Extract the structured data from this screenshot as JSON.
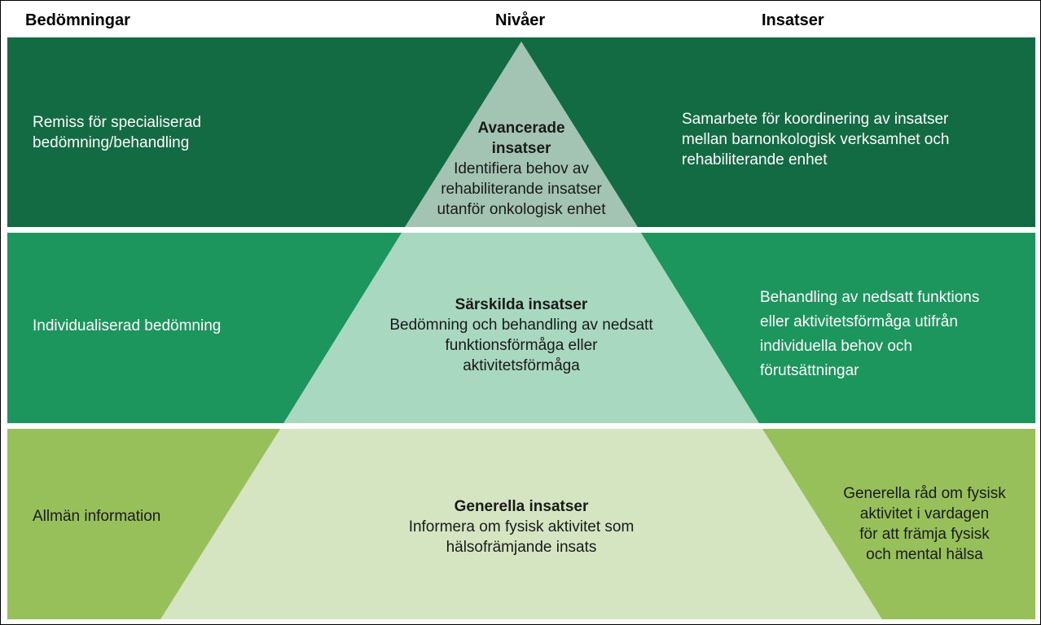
{
  "headers": {
    "assessments": "Bedömningar",
    "levels": "Nivåer",
    "interventions": "Insatser"
  },
  "colors": {
    "top_band": "#136b43",
    "mid_band": "#1c965c",
    "bottom_band": "#98c05a",
    "pyramid_top": "#a3c4b3",
    "pyramid_mid": "#a9d8c1",
    "pyramid_bottom": "#d5e5c2"
  },
  "rows": {
    "top": {
      "assessment": [
        "Remiss för specialiserad",
        "bedömning/behandling"
      ],
      "level_title": [
        "Avancerade",
        "insatser"
      ],
      "level_text": [
        "Identifiera behov av",
        "rehabiliterande insatser",
        "utanför onkologisk enhet"
      ],
      "intervention": [
        "Samarbete för koordinering av insatser",
        "mellan barnonkologisk verksamhet och",
        "rehabiliterande enhet"
      ]
    },
    "middle": {
      "assessment": "Individualiserad bedömning",
      "level_title": "Särskilda insatser",
      "level_text": [
        "Bedömning och behandling av nedsatt",
        "funktionsförmåga eller",
        "aktivitetsförmåga"
      ],
      "intervention": [
        "Behandling av nedsatt funktions",
        "eller aktivitetsförmåga utifrån",
        "individuella behov och",
        "förutsättningar"
      ]
    },
    "bottom": {
      "assessment": "Allmän  information",
      "level_title": "Generella insatser",
      "level_text": [
        "Informera om fysisk aktivitet som",
        "hälsofrämjande insats"
      ],
      "intervention": [
        "Generella råd om fysisk",
        "aktivitet i vardagen",
        "för att främja fysisk",
        "och mental hälsa"
      ]
    }
  }
}
